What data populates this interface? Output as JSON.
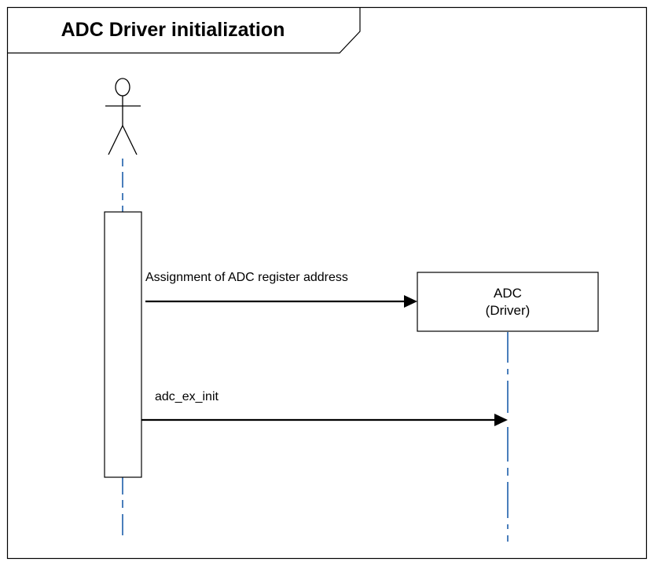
{
  "frame": {
    "title": "ADC Driver initialization"
  },
  "lifelines": {
    "adc": {
      "name": "ADC",
      "type": "(Driver)"
    }
  },
  "messages": [
    {
      "label": "Assignment of ADC register address"
    },
    {
      "label": "adc_ex_init"
    }
  ],
  "colors": {
    "lifeline_dash": "#4a7ebb",
    "stroke": "#000000"
  }
}
